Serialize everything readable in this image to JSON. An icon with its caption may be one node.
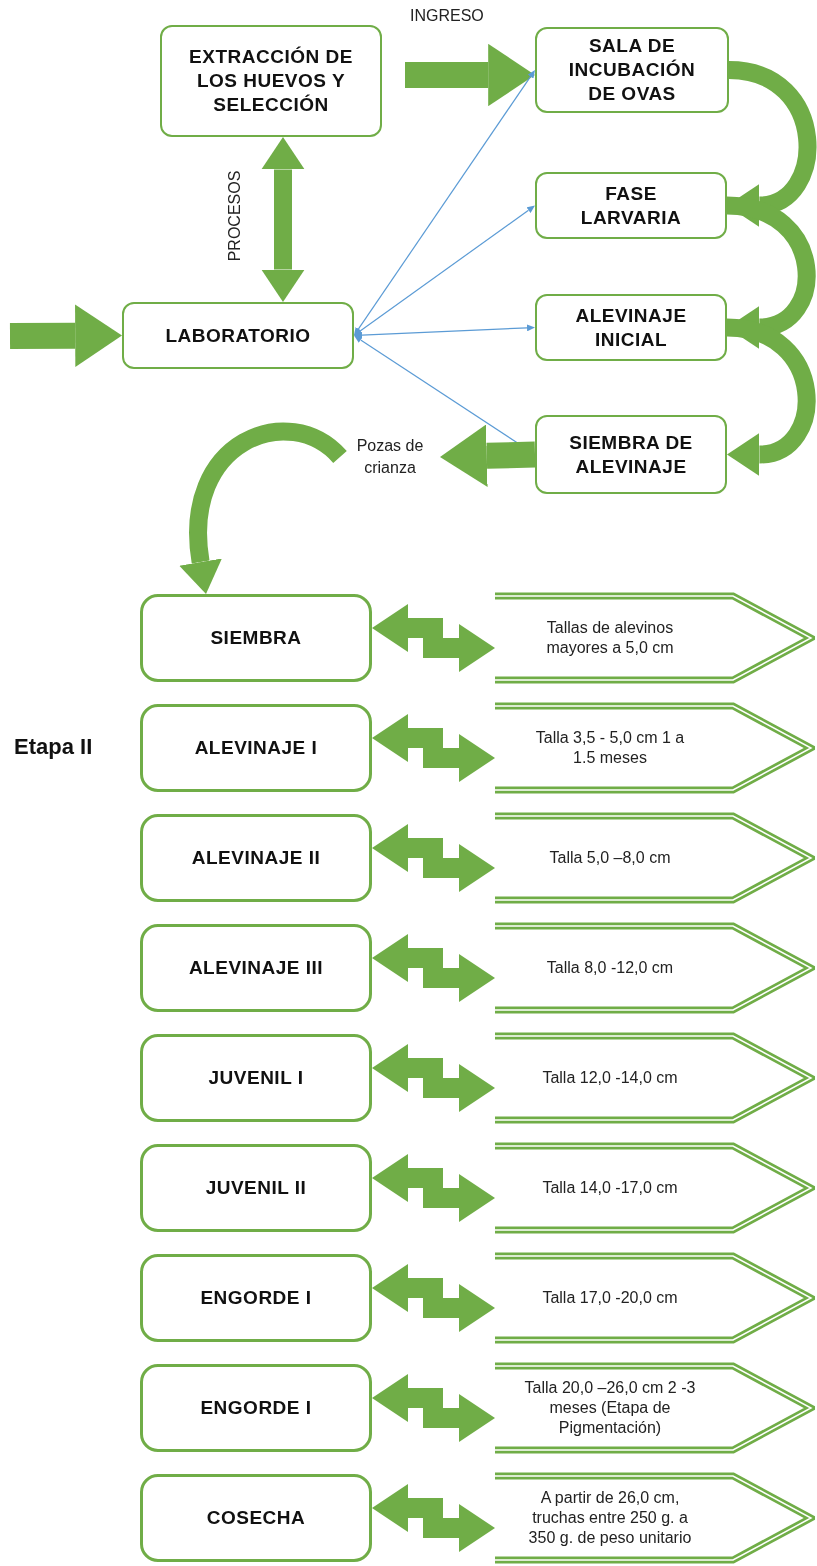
{
  "diagram": {
    "nodes": [
      {
        "text": [
          "EXTRACCIÓN DE LOS HUEVOS Y SELECCIÓN"
        ]
      },
      {
        "text": [
          "SALA DE INCUBACIÓN DE OVAS"
        ]
      },
      {
        "text": [
          "FASE LARVARIA"
        ]
      },
      {
        "text": [
          "LABORATORIO"
        ]
      },
      {
        "text": [
          "ALEVINAJE INICIAL"
        ]
      },
      {
        "text": [
          "SIEMBRA DE ALEVINAJE"
        ]
      },
      {
        "text": [
          "Pozas de crianza"
        ]
      },
      {
        "text": [
          "SIEMBRA"
        ]
      },
      {
        "text": [
          "Tallas de alevinos mayores a 5,0 cm"
        ]
      },
      {
        "text": [
          "ALEVINAJE I"
        ]
      },
      {
        "text": [
          "Talla 3,5 - 5,0 cm 1 a 1.5 meses"
        ]
      },
      {
        "text": [
          "ALEVINAJE II"
        ]
      },
      {
        "text": [
          "Talla 5,0 –8,0 cm"
        ]
      },
      {
        "text": [
          "ALEVINAJE III"
        ]
      },
      {
        "text": [
          "Talla 8,0 -12,0 cm"
        ]
      },
      {
        "text": [
          "JUVENIL I"
        ]
      },
      {
        "text": [
          "Talla 12,0 -14,0 cm"
        ]
      },
      {
        "text": [
          "JUVENIL II"
        ]
      },
      {
        "text": [
          "Talla 14,0 -17,0 cm"
        ]
      },
      {
        "text": [
          "ENGORDE I"
        ]
      },
      {
        "text": [
          "Talla 17,0 -20,0 cm"
        ]
      },
      {
        "text": [
          "ENGORDE I"
        ]
      },
      {
        "text": [
          "Talla 20,0 –26,0 cm 2 -3 meses (Etapa de Pigmentación)"
        ]
      },
      {
        "text": [
          "COSECHA"
        ]
      },
      {
        "text": [
          "A partir de 26,0 cm, truchas entre 250 g. a 350 g. de peso unitario"
        ]
      }
    ],
    "edges": [
      {
        "from": null,
        "to": 1,
        "arrow": "to",
        "label": "INGRESO"
      },
      {
        "from": 0,
        "to": 3,
        "arrow": "both",
        "label": "PROCESOS"
      },
      {
        "from": null,
        "to": 3,
        "arrow": "to"
      },
      {
        "from": 3,
        "to": 1,
        "arrow": "both",
        "color": "#5b9bd5"
      },
      {
        "from": 3,
        "to": 2,
        "arrow": "both",
        "color": "#5b9bd5"
      },
      {
        "from": 3,
        "to": 4,
        "arrow": "both",
        "color": "#5b9bd5"
      },
      {
        "from": 3,
        "to": 5,
        "arrow": "both",
        "color": "#5b9bd5"
      },
      {
        "from": 1,
        "to": 2,
        "arrow": "to"
      },
      {
        "from": 2,
        "to": 4,
        "arrow": "to"
      },
      {
        "from": 4,
        "to": 5,
        "arrow": "to"
      },
      {
        "from": 5,
        "to": 6,
        "arrow": "to"
      },
      {
        "from": 6,
        "to": 7,
        "arrow": "to"
      },
      {
        "from": 7,
        "to": 8,
        "arrow": "both"
      },
      {
        "from": 9,
        "to": 10,
        "arrow": "both"
      },
      {
        "from": 11,
        "to": 12,
        "arrow": "both"
      },
      {
        "from": 13,
        "to": 14,
        "arrow": "both"
      },
      {
        "from": 15,
        "to": 16,
        "arrow": "both"
      },
      {
        "from": 17,
        "to": 18,
        "arrow": "both"
      },
      {
        "from": 19,
        "to": 20,
        "arrow": "both"
      },
      {
        "from": 21,
        "to": 22,
        "arrow": "both"
      },
      {
        "from": 23,
        "to": 24,
        "arrow": "both"
      }
    ],
    "labels": [
      "Etapa II"
    ]
  }
}
